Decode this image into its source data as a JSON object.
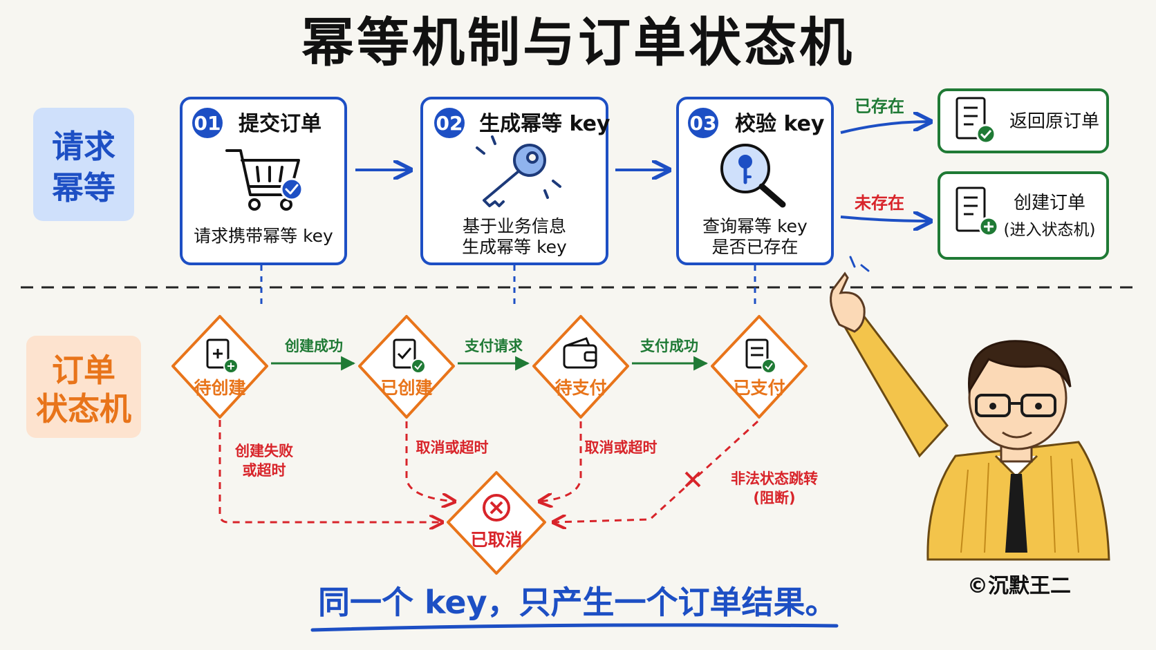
{
  "title": "幂等机制与订单状态机",
  "sections": {
    "idempotency": [
      "请求",
      "幂等"
    ],
    "state_machine": [
      "订单",
      "状态机"
    ]
  },
  "steps": [
    {
      "num": "01",
      "title": "提交订单",
      "desc": [
        "请求携带幂等 key"
      ],
      "icon": "shopping-cart-check-icon"
    },
    {
      "num": "02",
      "title": "生成幂等 key",
      "desc": [
        "基于业务信息",
        "生成幂等 key"
      ],
      "icon": "key-icon"
    },
    {
      "num": "03",
      "title": "校验 key",
      "desc": [
        "查询幂等 key",
        "是否已存在"
      ],
      "icon": "magnifier-key-icon"
    }
  ],
  "branches": {
    "exists": {
      "label": "已存在",
      "result": [
        "返回原订单"
      ],
      "icon": "document-check-icon"
    },
    "not_exists": {
      "label": "未存在",
      "result": [
        "创建订单",
        "(进入状态机)"
      ],
      "icon": "document-plus-icon"
    }
  },
  "states": [
    {
      "label": "待创建",
      "icon": "document-plus-icon"
    },
    {
      "label": "已创建",
      "icon": "document-check-icon"
    },
    {
      "label": "待支付",
      "icon": "wallet-icon"
    },
    {
      "label": "已支付",
      "icon": "document-check-icon"
    }
  ],
  "transitions": [
    "创建成功",
    "支付请求",
    "支付成功"
  ],
  "cancel_state": {
    "label": "已取消",
    "icon": "x-circle-icon"
  },
  "cancel_reasons": [
    [
      "创建失败",
      "或超时"
    ],
    [
      "取消或超时"
    ],
    [
      "取消或超时"
    ]
  ],
  "illegal": [
    "非法状态跳转",
    "(阻断)"
  ],
  "slogan": "同一个 key，只产生一个订单结果。",
  "copyright": "©沉默王二",
  "colors": {
    "blue": "#1d4fc4",
    "green": "#1f7a35",
    "orange": "#e8741a",
    "red": "#d8242a",
    "section_blue_bg": "#cfe0fb",
    "section_orange_bg": "#fde3cf"
  }
}
